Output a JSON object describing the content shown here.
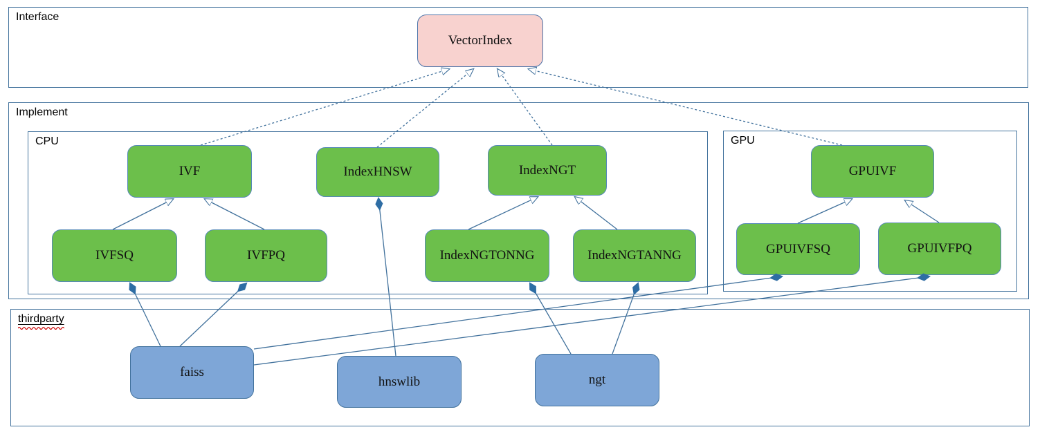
{
  "containers": {
    "interface": {
      "label": "Interface"
    },
    "implement": {
      "label": "Implement"
    },
    "cpu": {
      "label": "CPU"
    },
    "gpu": {
      "label": "GPU"
    },
    "thirdparty": {
      "label": "thirdparty"
    }
  },
  "nodes": {
    "vectorindex": {
      "label": "VectorIndex"
    },
    "ivf": {
      "label": "IVF"
    },
    "indexhnsw": {
      "label": "IndexHNSW"
    },
    "indexngt": {
      "label": "IndexNGT"
    },
    "ivfsq": {
      "label": "IVFSQ"
    },
    "ivfpq": {
      "label": "IVFPQ"
    },
    "indexngtonng": {
      "label": "IndexNGTONNG"
    },
    "indexngtanng": {
      "label": "IndexNGTANNG"
    },
    "gpuivf": {
      "label": "GPUIVF"
    },
    "gpuivfsq": {
      "label": "GPUIVFSQ"
    },
    "gpuivfpq": {
      "label": "GPUIVFPQ"
    },
    "faiss": {
      "label": "faiss"
    },
    "hnswlib": {
      "label": "hnswlib"
    },
    "ngt": {
      "label": "ngt"
    }
  },
  "edges": [
    {
      "from": "IVF",
      "to": "VectorIndex",
      "style": "dashed-line-hollow-arrow"
    },
    {
      "from": "IndexHNSW",
      "to": "VectorIndex",
      "style": "dashed-line-hollow-arrow"
    },
    {
      "from": "IndexNGT",
      "to": "VectorIndex",
      "style": "dashed-line-hollow-arrow"
    },
    {
      "from": "GPUIVF",
      "to": "VectorIndex",
      "style": "dashed-line-hollow-arrow"
    },
    {
      "from": "IVFSQ",
      "to": "IVF",
      "style": "solid-line-hollow-arrow"
    },
    {
      "from": "IVFPQ",
      "to": "IVF",
      "style": "solid-line-hollow-arrow"
    },
    {
      "from": "IndexNGTONNG",
      "to": "IndexNGT",
      "style": "solid-line-hollow-arrow"
    },
    {
      "from": "IndexNGTANNG",
      "to": "IndexNGT",
      "style": "solid-line-hollow-arrow"
    },
    {
      "from": "GPUIVFSQ",
      "to": "GPUIVF",
      "style": "solid-line-hollow-arrow"
    },
    {
      "from": "GPUIVFPQ",
      "to": "GPUIVF",
      "style": "solid-line-hollow-arrow"
    },
    {
      "from": "faiss",
      "to": "IVFSQ",
      "style": "solid-line-filled-diamond"
    },
    {
      "from": "faiss",
      "to": "IVFPQ",
      "style": "solid-line-filled-diamond"
    },
    {
      "from": "faiss",
      "to": "GPUIVFSQ",
      "style": "solid-line-filled-diamond"
    },
    {
      "from": "faiss",
      "to": "GPUIVFPQ",
      "style": "solid-line-filled-diamond"
    },
    {
      "from": "hnswlib",
      "to": "IndexHNSW",
      "style": "solid-line-filled-diamond"
    },
    {
      "from": "ngt",
      "to": "IndexNGTONNG",
      "style": "solid-line-filled-diamond"
    },
    {
      "from": "ngt",
      "to": "IndexNGTANNG",
      "style": "solid-line-filled-diamond"
    }
  ],
  "colors": {
    "node_green_fill": "#6cbf4b",
    "node_pink_fill": "#f8d2cf",
    "node_blue_fill": "#7ea6d7",
    "container_border": "#41719c",
    "edge_line": "#41719c",
    "diamond_fill": "#2e6da4",
    "spellcheck_squiggle": "#cc0000",
    "text": "#000000"
  }
}
